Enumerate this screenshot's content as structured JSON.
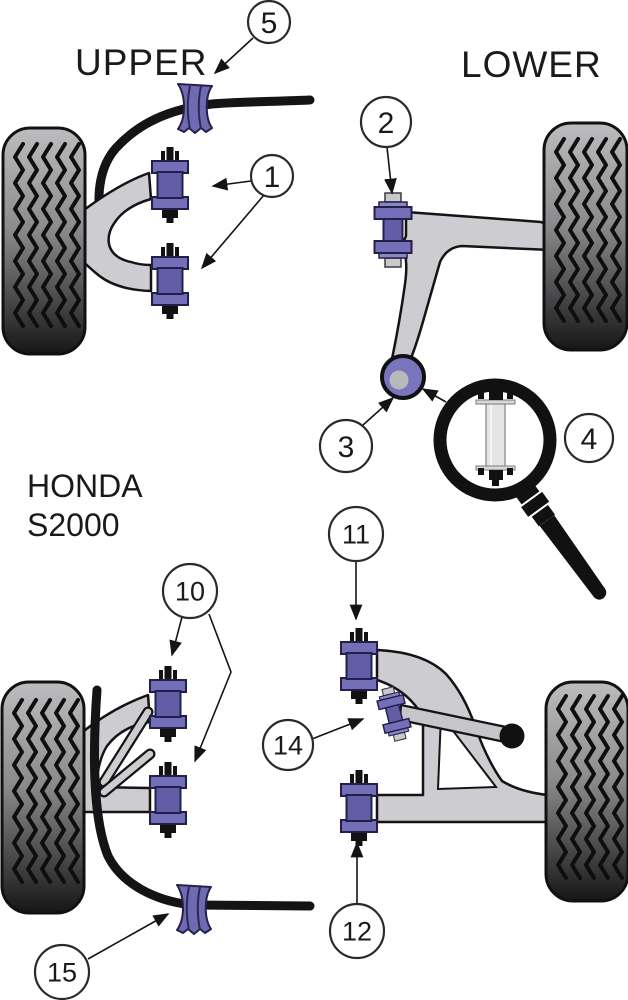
{
  "sections": {
    "upper_label": "UPPER",
    "lower_label": "LOWER"
  },
  "vehicle": {
    "line1": "HONDA",
    "line2": "S2000"
  },
  "callouts": [
    {
      "number": "5",
      "part": "front-anti-roll-bar-bush"
    },
    {
      "number": "1",
      "part": "front-upper-arm-bushes"
    },
    {
      "number": "2",
      "part": "front-lower-arm-front-bush"
    },
    {
      "number": "3",
      "part": "front-lower-arm-rear-bush"
    },
    {
      "number": "4",
      "part": "front-lower-arm-bolt-detail"
    },
    {
      "number": "10",
      "part": "rear-upper-arm-bushes"
    },
    {
      "number": "11",
      "part": "rear-lower-arm-front-bush"
    },
    {
      "number": "14",
      "part": "rear-toe-link-bush"
    },
    {
      "number": "12",
      "part": "rear-lower-arm-rear-bush"
    },
    {
      "number": "15",
      "part": "rear-anti-roll-bar-bush"
    }
  ],
  "colors": {
    "bush_purple": "#6e69b0",
    "arm_grey": "#cdcdd1",
    "outline": "#141414"
  }
}
